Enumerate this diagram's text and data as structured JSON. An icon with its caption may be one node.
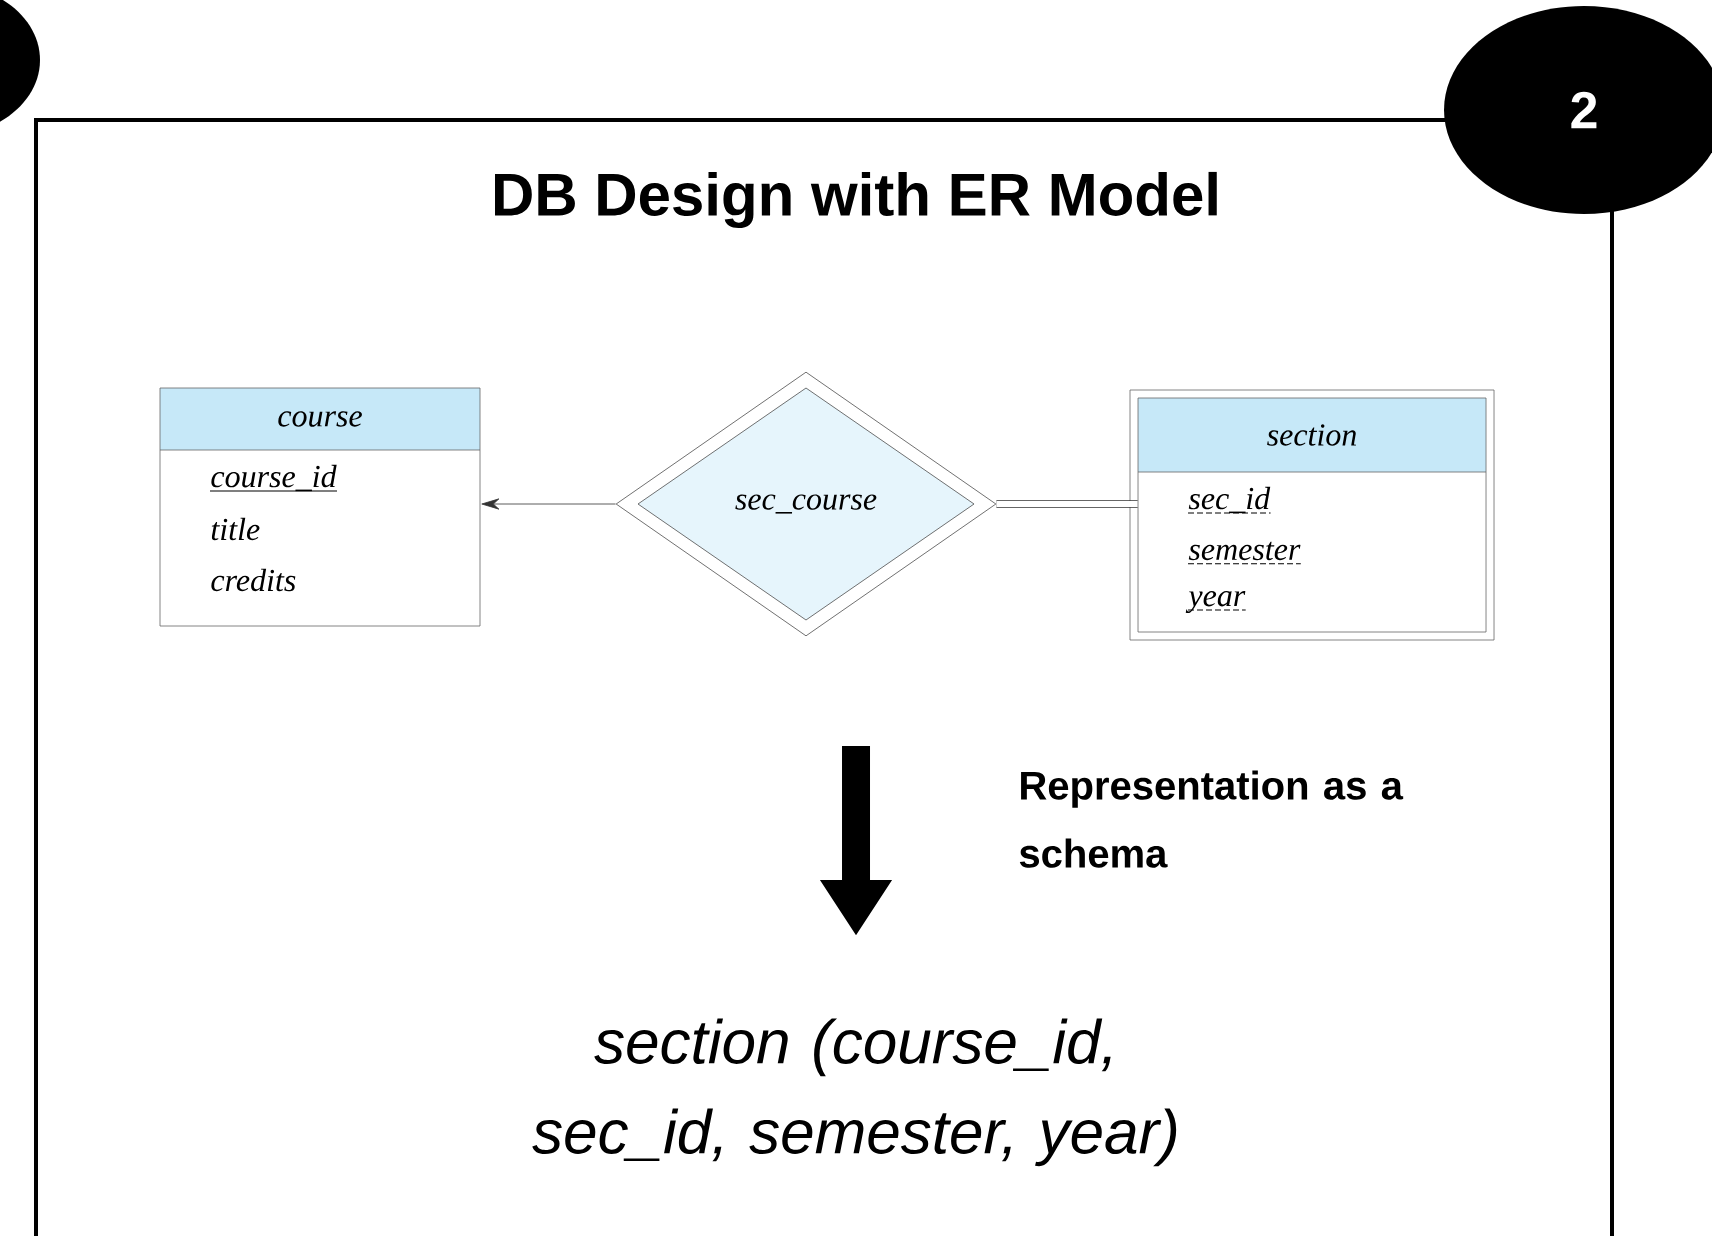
{
  "diagram": {
    "title": "DB Design with ER Model",
    "nodes": [
      {
        "text": [
          "2"
        ]
      },
      {
        "text": [
          "course",
          "course_id",
          "title",
          "credits"
        ]
      },
      {
        "text": [
          "sec_course"
        ]
      },
      {
        "text": [
          "section",
          "sec_id",
          "semester",
          "year"
        ]
      },
      {
        "text": [
          "section (course_id, sec_id, semester, year)"
        ]
      }
    ],
    "edges": [
      {
        "from": 2,
        "to": 1,
        "arrow": "to"
      },
      {
        "from": 3,
        "to": 2,
        "arrow": "none",
        "style": "thick"
      }
    ],
    "labels": [
      "Representation as a schema"
    ]
  }
}
